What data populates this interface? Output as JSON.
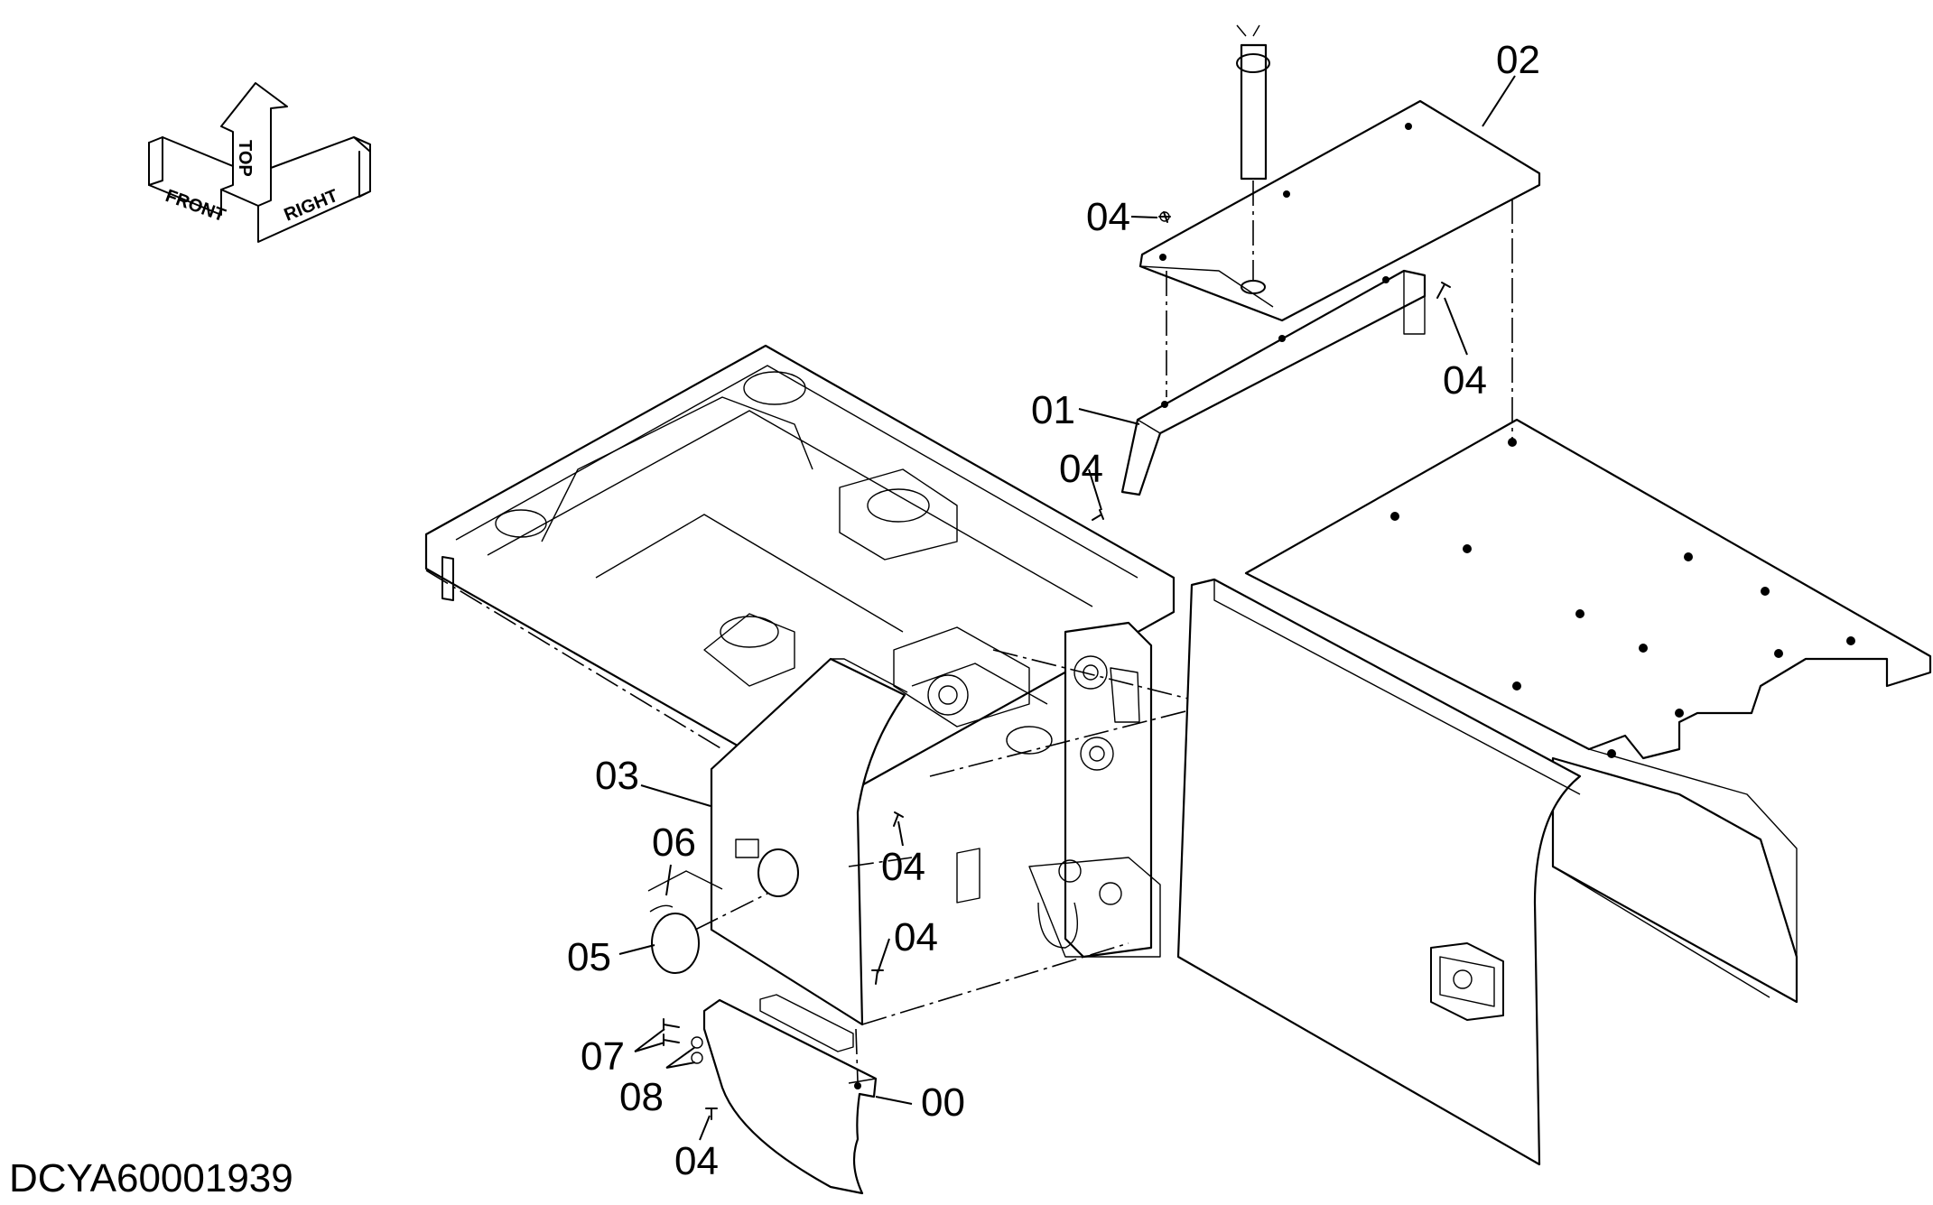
{
  "document_id": "DCYA60001939",
  "orientation_arrows": {
    "front": "FRONT",
    "top": "TOP",
    "right": "RIGHT"
  },
  "part_labels": {
    "p00": "00",
    "p01": "01",
    "p02": "02",
    "p03": "03",
    "p04": "04",
    "p05": "05",
    "p06": "06",
    "p07": "07",
    "p08": "08"
  }
}
